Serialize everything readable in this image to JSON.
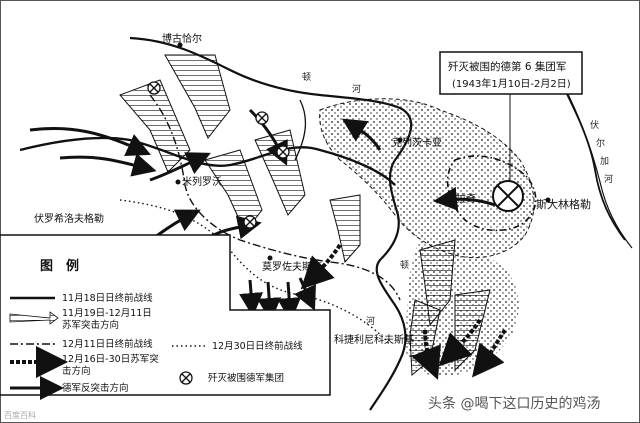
{
  "map": {
    "title_box": {
      "line1": "歼灭被围的德第 6 集团军",
      "line2": "(1943年1月10日-2月2日)"
    },
    "places": {
      "bogucha": "博古恰尔",
      "millerovo": "米列罗沃",
      "voroshilovgrad": "伏罗希洛夫格勒",
      "morozovsk": "莫罗佐夫斯克",
      "kletskaya": "克列茨卡亚",
      "kalach": "卡拉奇",
      "stalingrad": "斯大林格勒",
      "kotelnikovo": "科捷利尼科夫斯基"
    },
    "rivers": {
      "don1": "顿",
      "don2": "河",
      "don3": "顿",
      "don4": "河",
      "volga1": "伏",
      "volga2": "尔",
      "volga3": "加",
      "volga4": "河"
    },
    "legend": {
      "title": "图　例",
      "items": [
        "11月18日日终前战线",
        "11月19日-12月11日",
        "苏军突击方向",
        "12月11日日终前战线",
        "12月16日-30日苏军突",
        "击方向",
        "德军反突击方向",
        "12月30日日终前战线",
        "歼灭被围德军集团"
      ]
    },
    "watermark": "头条 @喝下这口历史的鸡汤",
    "corner_mark": "百度百科"
  }
}
